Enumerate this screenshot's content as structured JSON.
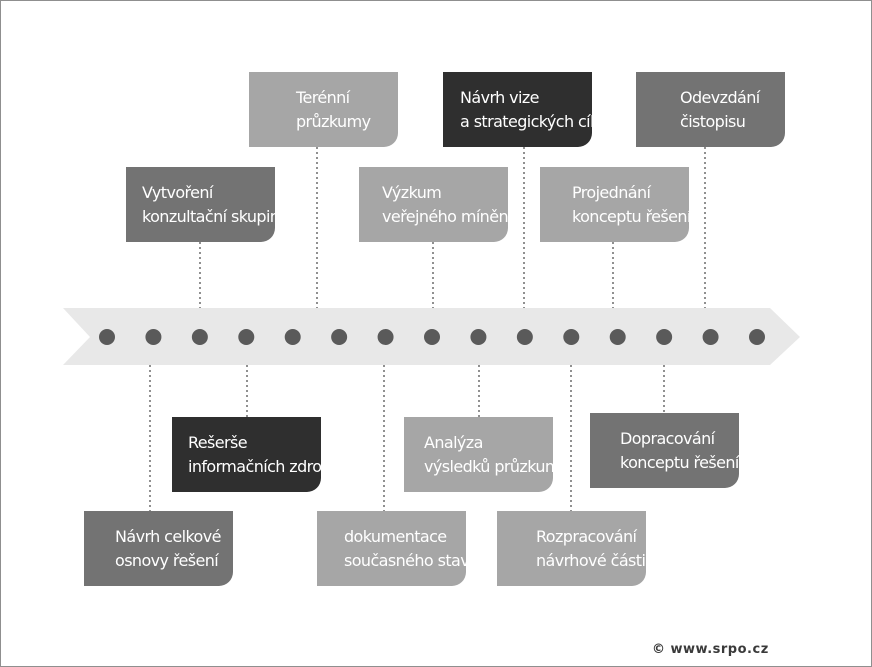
{
  "boxes": [
    {
      "id": "terenni-pruzkumy",
      "line1": "Terénní",
      "line2": "průzkumy"
    },
    {
      "id": "navrh-vize",
      "line1": "Návrh vize",
      "line2": "a strategických cílů"
    },
    {
      "id": "odevzdani-cistopisu",
      "line1": "Odevzdání",
      "line2": "čistopisu"
    },
    {
      "id": "vytvoreni-konzultacni-skupiny",
      "line1": "Vytvoření",
      "line2": "konzultační skupiny"
    },
    {
      "id": "vyzkum-verejneho-mineni",
      "line1": "Výzkum",
      "line2": "veřejného mínění"
    },
    {
      "id": "projednani-konceptu",
      "line1": "Projednání",
      "line2": "konceptu řešení"
    },
    {
      "id": "reserse-informacnich-zdroju",
      "line1": "Rešerše",
      "line2": "informačních zdrojů"
    },
    {
      "id": "analyza-vysledku-pruzkumu",
      "line1": "Analýza",
      "line2": "výsledků průzkumu"
    },
    {
      "id": "dopracovani-konceptu",
      "line1": "Dopracování",
      "line2": "konceptu řešení"
    },
    {
      "id": "navrh-celkove-osnovy",
      "line1": "Návrh celkové",
      "line2": "osnovy řešení"
    },
    {
      "id": "dokumentace-soucasneho-stavu",
      "line1": "dokumentace",
      "line2": "současného stavu"
    },
    {
      "id": "rozpracovani-navrhove-casti",
      "line1": "Rozpracování",
      "line2": "návrhové části"
    }
  ],
  "timeline_points": 15,
  "colors": {
    "arrow": "#e8e8e8",
    "dot": "#5a5a5a",
    "dark": "#2f2f2f",
    "mid": "#737373",
    "light": "#a6a6a6"
  },
  "copyright": "© www.srpo.cz"
}
